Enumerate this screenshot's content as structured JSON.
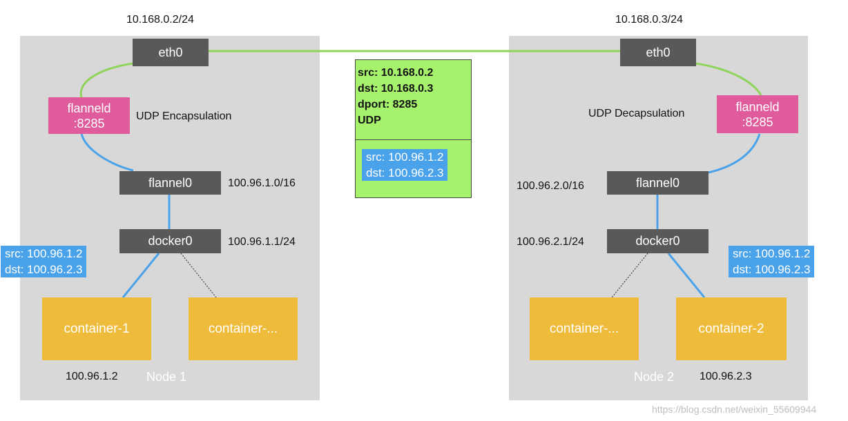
{
  "colors": {
    "node_background": "#d8d8d8",
    "interface": "#595959",
    "flanneld": "#df5b9c",
    "container": "#efbb3a",
    "packet_inner": "#4aa3ea",
    "packet_outer": "#a6f26c",
    "link_physical": "#8fd45a",
    "link_internal": "#4aa3ea"
  },
  "node1": {
    "name": "Node 1",
    "host_ip": "10.168.0.2/24",
    "eth0": "eth0",
    "flanneld": {
      "line1": "flanneld",
      "line2": ":8285"
    },
    "process_label": "UDP Encapsulation",
    "flannel0": "flannel0",
    "flannel0_cidr": "100.96.1.0/16",
    "docker0": "docker0",
    "docker0_cidr": "100.96.1.1/24",
    "packet": {
      "src": "src: 100.96.1.2",
      "dst": "dst: 100.96.2.3"
    },
    "container_a": "container-1",
    "container_b": "container-...",
    "container_ip": "100.96.1.2"
  },
  "node2": {
    "name": "Node 2",
    "host_ip": "10.168.0.3/24",
    "eth0": "eth0",
    "flanneld": {
      "line1": "flanneld",
      "line2": ":8285"
    },
    "process_label": "UDP Decapsulation",
    "flannel0": "flannel0",
    "flannel0_cidr": "100.96.2.0/16",
    "docker0": "docker0",
    "docker0_cidr": "100.96.2.1/24",
    "packet": {
      "src": "src: 100.96.1.2",
      "dst": "dst: 100.96.2.3"
    },
    "container_a": "container-...",
    "container_b": "container-2",
    "container_ip": "100.96.2.3"
  },
  "udp_packet": {
    "src": "src: 10.168.0.2",
    "dst": "dst: 10.168.0.3",
    "dport": "dport: 8285",
    "proto": "UDP",
    "inner": {
      "src": "src: 100.96.1.2",
      "dst": "dst: 100.96.2.3"
    }
  },
  "watermark": "https://blog.csdn.net/weixin_55609944"
}
